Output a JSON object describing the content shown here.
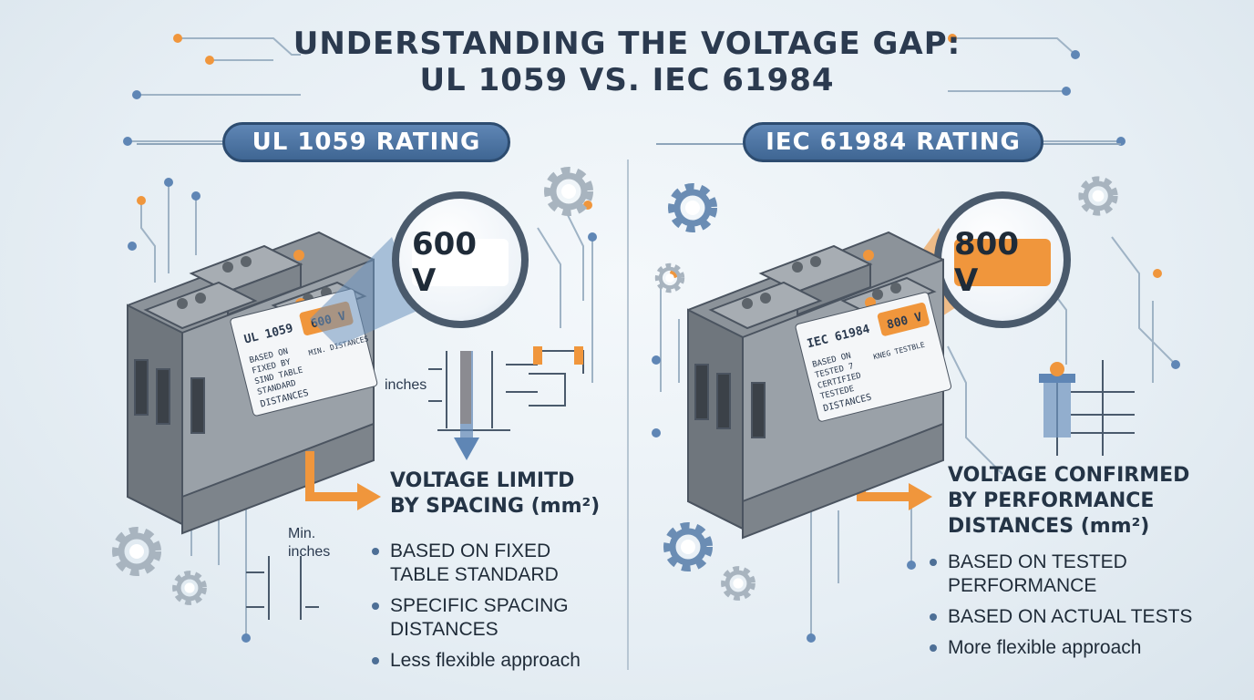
{
  "title": {
    "line1": "UNDERSTANDING THE VOLTAGE GAP:",
    "line2": "UL 1059 VS. IEC 61984"
  },
  "left": {
    "header": "UL 1059 RATING",
    "magnified_value": "600 V",
    "label_title": "UL 1059",
    "label_badge": "600 V",
    "label_lines": [
      "BASED ON",
      "FIXED BY",
      "SIND TABLE",
      "STANDARD",
      "DISTANCES"
    ],
    "label_side": "MIN. DISTANCES",
    "dim_label_inches": "inches",
    "dim_label_min": "Min.",
    "dim_label_min_inches": "inches",
    "heading_line1": "VOLTAGE LIMITD",
    "heading_line2": "BY SPACING (mm²)",
    "bullets": [
      "BASED ON FIXED\nTABLE STANDARD",
      "SPECIFIC SPACING\nDISTANCES",
      "Less flexible approach"
    ]
  },
  "right": {
    "header": "IEC 61984 RATING",
    "magnified_value": "800 V",
    "label_title": "IEC 61984",
    "label_badge": "800 V",
    "label_lines": [
      "BASED ON",
      "TESTED 7",
      "CERTIFIED",
      "TESTEDE",
      "DISTANCES"
    ],
    "label_side": "KNEG TESTBLE",
    "heading_line1": "VOLTAGE CONFIRMED",
    "heading_line2": "BY PERFORMANCE",
    "heading_line3": "DISTANCES (mm²)",
    "bullets": [
      "BASED ON TESTED\nPERFORMANCE",
      "BASED ON ACTUAL TESTS",
      "More flexible approach"
    ]
  },
  "colors": {
    "accent_blue": "#4a6f9a",
    "accent_orange": "#f0963c",
    "dark_text": "#243446",
    "device_gray": "#8c939a"
  },
  "icons": [
    "gear-icon",
    "arrow-icon",
    "magnifier-icon",
    "circuit-icon"
  ]
}
